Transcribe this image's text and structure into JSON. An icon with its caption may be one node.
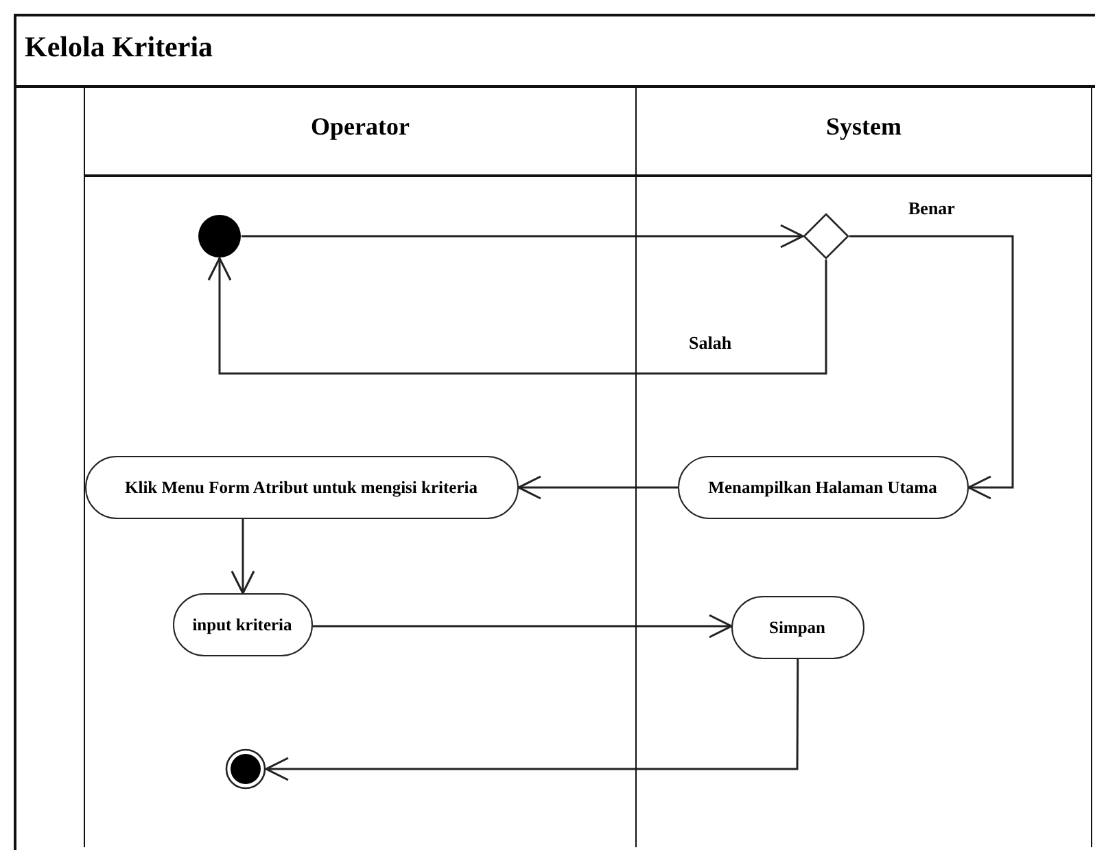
{
  "diagram": {
    "nodes": [
      {
        "text": [
          "Kelola Kriteria"
        ]
      },
      {
        "text": [
          "Operator"
        ],
        "in": 0
      },
      {
        "text": [
          "System"
        ],
        "in": 0
      },
      {
        "text": [],
        "shape": "circle",
        "in": 1
      },
      {
        "text": [],
        "shape": "diamond",
        "in": 2
      },
      {
        "text": [
          "Klik Menu Form Atribut untuk mengisi kriteria"
        ],
        "in": 1
      },
      {
        "text": [
          "Menampilkan Halaman Utama"
        ],
        "in": 2
      },
      {
        "text": [
          "input kriteria"
        ],
        "in": 1
      },
      {
        "text": [
          "Simpan"
        ],
        "in": 2
      },
      {
        "text": [],
        "shape": "bullseye",
        "in": 1
      }
    ],
    "edges": [
      {
        "from": 3,
        "to": 4,
        "arrow": "to"
      },
      {
        "from": 4,
        "to": 3,
        "arrow": "to",
        "label": "Salah"
      },
      {
        "from": 4,
        "to": 6,
        "arrow": "to",
        "label": "Benar"
      },
      {
        "from": 6,
        "to": 5,
        "arrow": "to"
      },
      {
        "from": 5,
        "to": 7,
        "arrow": "to"
      },
      {
        "from": 7,
        "to": 8,
        "arrow": "to"
      },
      {
        "from": 8,
        "to": 9,
        "arrow": "to"
      }
    ]
  }
}
